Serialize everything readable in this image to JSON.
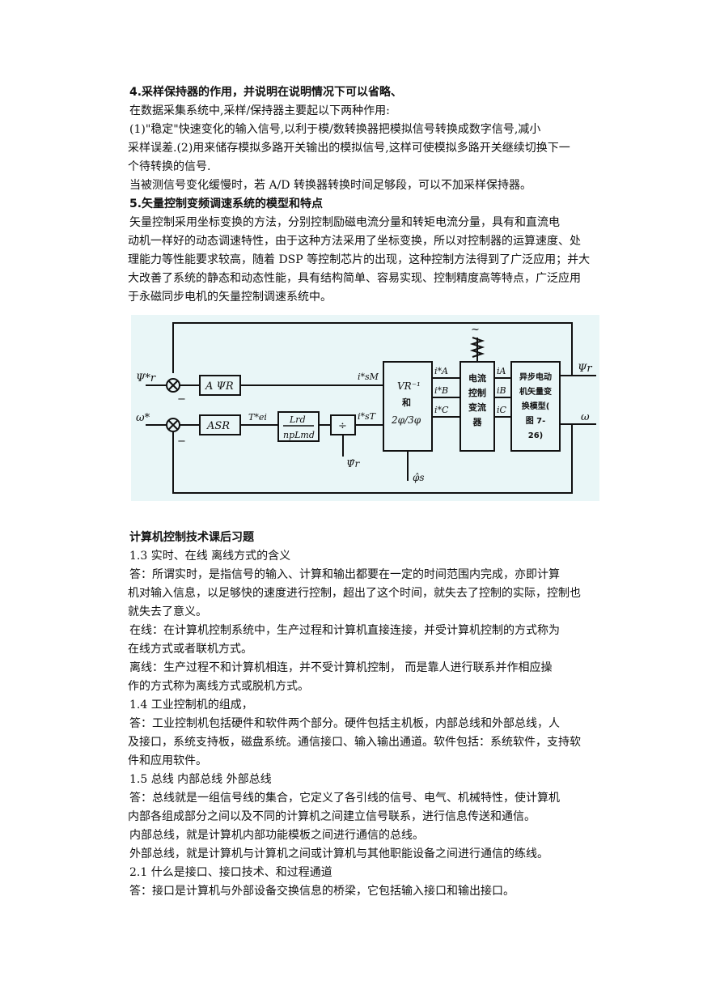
{
  "section4": {
    "title": "4.采样保持器的作用，并说明在说明情况下可以省略、",
    "p1": "在数据采集系统中,采样/保持器主要起以下两种作用:",
    "p2a": "(1)\"稳定\"快速变化的输入信号,以利于模/数转换器把模拟信号转换成数字信号,减小",
    "p2b": "采样误差.(2)用来储存模拟多路开关输出的模拟信号,这样可使模拟多路开关继续切换下一",
    "p2c": "个待转换的信号.",
    "p3": "当被测信号变化缓慢时，若 A/D 转换器转换时间足够段，可以不加采样保持器。"
  },
  "section5": {
    "title": "5.矢量控制变频调速系统的模型和特点",
    "l1": "矢量控制采用坐标变换的方法，分别控制励磁电流分量和转矩电流分量，具有和直流电",
    "l2": "动机一样好的动态调速特性，由于这种方法采用了坐标变换，所以对控制器的运算速度、处",
    "l3": "理能力等性能要求较高，随着 DSP 等控制芯片的出现，这种控制方法得到了广泛应用；并大",
    "l4": "大改善了系统的静态和动态性能，具有结构简单、容易实现、控制精度高等特点，广泛应用",
    "l5": "于永磁同步电机的矢量控制调速系统中。"
  },
  "diagram": {
    "psi_ref": "Ψ*r",
    "omega_ref": "ω*",
    "avr": "A ΨR",
    "asr": "ASR",
    "te": "T*ei",
    "lrd": "Lrd",
    "nplmd": "npLmd",
    "div": "÷",
    "psi_hat": "Ψ̂r",
    "ism": "i*sM",
    "ist": "i*sT",
    "vr_line1": "VR⁻¹",
    "vr_line2": "和",
    "vr_line3": "2φ/3φ",
    "phi_hat": "φ̂s",
    "ia_ref": "i*A",
    "ib_ref": "i*B",
    "ic_ref": "i*C",
    "cc_label": "电流控制变流器",
    "ia": "iA",
    "ib": "iB",
    "ic": "iC",
    "motor_label": "异步电动机矢量变换模型(图 7-26)",
    "psi_out": "Ψr",
    "omega_out": "ω",
    "minus": "−",
    "ac_source": "~"
  },
  "exercises": {
    "title": "计算机控制技术课后习题",
    "q13": "1.3 实时、在线 离线方式的含义",
    "a13a": "答：所谓实时，是指信号的输入、计算和输出都要在一定的时间范围内完成，亦即计算",
    "a13b": "机对输入信息，以足够快的速度进行控制，超出了这个时间，就失去了控制的实际，控制也",
    "a13c": "就失去了意义。",
    "online_a": "在线：在计算机控制系统中，生产过程和计算机直接连接，并受计算机控制的方式称为",
    "online_b": "在线方式或者联机方式。",
    "offline_a": "离线：生产过程不和计算机相连，并不受计算机控制，  而是靠人进行联系并作相应操",
    "offline_b": "作的方式称为离线方式或脱机方式。",
    "q14": "1.4 工业控制机的组成，",
    "a14a": "答：工业控制机包括硬件和软件两个部分。硬件包括主机板，内部总线和外部总线，人",
    "a14b": "及接口，系统支持板，磁盘系统。通信接口、输入输出通道。软件包括：系统软件，支持软",
    "a14c": "件和应用软件。",
    "q15": "1.5 总线 内部总线 外部总线",
    "a15a": "答：总线就是一组信号线的集合，它定义了各引线的信号、电气、机械特性，使计算机",
    "a15b": "内部各组成部分之间以及不同的计算机之间建立信号联系，进行信息传送和通信。",
    "inner": "内部总线，就是计算机内部功能模板之间进行通信的总线。",
    "outer": "外部总线，就是计算机与计算机之间或计算机与其他职能设备之间进行通信的练线。",
    "q21": "2.1 什么是接口、接口技术、和过程通道",
    "a21": "答：接口是计算机与外部设备交换信息的桥梁，它包括输入接口和输出接口。"
  }
}
